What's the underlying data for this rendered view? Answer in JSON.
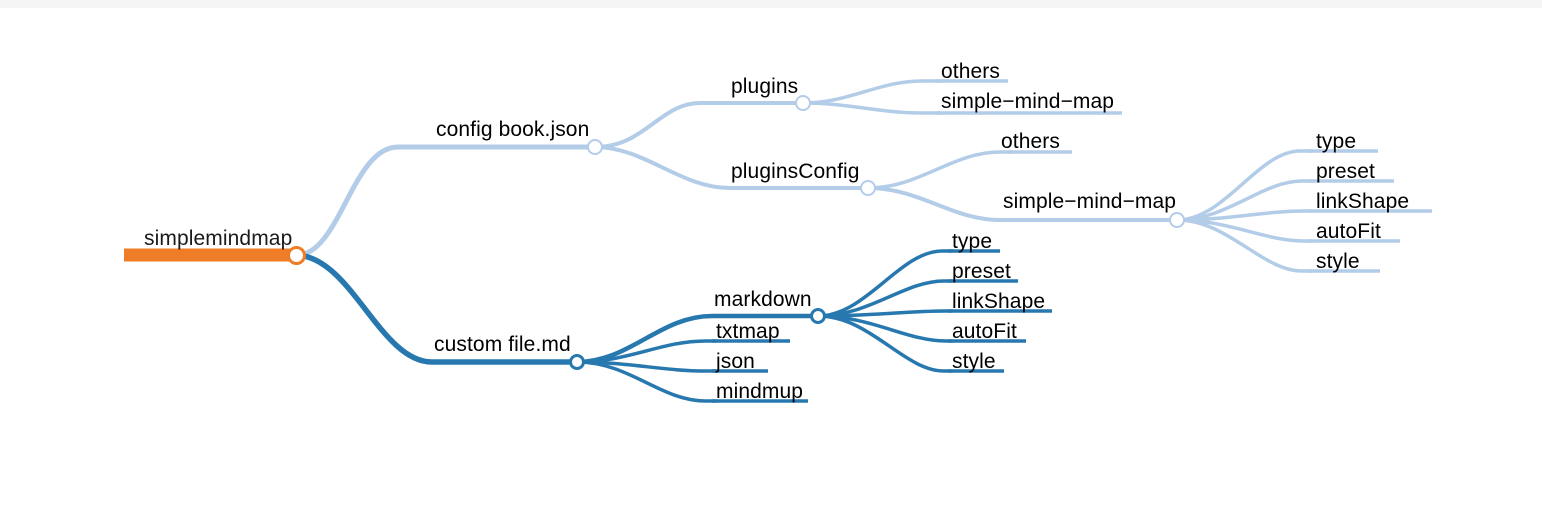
{
  "theme": {
    "background": "#ffffff",
    "topbar_color": "#f5f5f6",
    "root_color": "#ef7d28",
    "branch_light_color": "#b3cce8",
    "branch_dark_color": "#2878b0",
    "text_color": "#000000"
  },
  "mindmap": {
    "root": {
      "label": "simplemindmap"
    },
    "branches": [
      {
        "id": "config",
        "color_name": "branch-light",
        "label": "config book.json",
        "children": [
          {
            "id": "plugins",
            "label": "plugins",
            "children": [
              {
                "id": "plugins-others",
                "label": "others"
              },
              {
                "id": "plugins-smm",
                "label": "simple−mind−map"
              }
            ]
          },
          {
            "id": "pluginsConfig",
            "label": "pluginsConfig",
            "children": [
              {
                "id": "pc-others",
                "label": "others"
              },
              {
                "id": "pc-smm",
                "label": "simple−mind−map",
                "children": [
                  {
                    "id": "pc-smm-type",
                    "label": "type"
                  },
                  {
                    "id": "pc-smm-preset",
                    "label": "preset"
                  },
                  {
                    "id": "pc-smm-linkshape",
                    "label": "linkShape"
                  },
                  {
                    "id": "pc-smm-autofit",
                    "label": "autoFit"
                  },
                  {
                    "id": "pc-smm-style",
                    "label": "style"
                  }
                ]
              }
            ]
          }
        ]
      },
      {
        "id": "custom",
        "color_name": "branch-dark",
        "label": "custom file.md",
        "children": [
          {
            "id": "markdown",
            "label": "markdown",
            "children": [
              {
                "id": "md-type",
                "label": "type"
              },
              {
                "id": "md-preset",
                "label": "preset"
              },
              {
                "id": "md-linkshape",
                "label": "linkShape"
              },
              {
                "id": "md-autofit",
                "label": "autoFit"
              },
              {
                "id": "md-style",
                "label": "style"
              }
            ]
          },
          {
            "id": "txtmap",
            "label": "txtmap"
          },
          {
            "id": "json",
            "label": "json"
          },
          {
            "id": "mindmup",
            "label": "mindmup"
          }
        ]
      }
    ]
  },
  "labels": {
    "root": "simplemindmap",
    "config_book": "config book.json",
    "plugins": "plugins",
    "plugins_others": "others",
    "plugins_smm": "simple−mind−map",
    "pluginsconfig": "pluginsConfig",
    "pc_others": "others",
    "pc_smm": "simple−mind−map",
    "pc_type": "type",
    "pc_preset": "preset",
    "pc_linkshape": "linkShape",
    "pc_autofit": "autoFit",
    "pc_style": "style",
    "custom_file": "custom file.md",
    "markdown": "markdown",
    "md_type": "type",
    "md_preset": "preset",
    "md_linkshape": "linkShape",
    "md_autofit": "autoFit",
    "md_style": "style",
    "txtmap": "txtmap",
    "json": "json",
    "mindmup": "mindmup"
  }
}
